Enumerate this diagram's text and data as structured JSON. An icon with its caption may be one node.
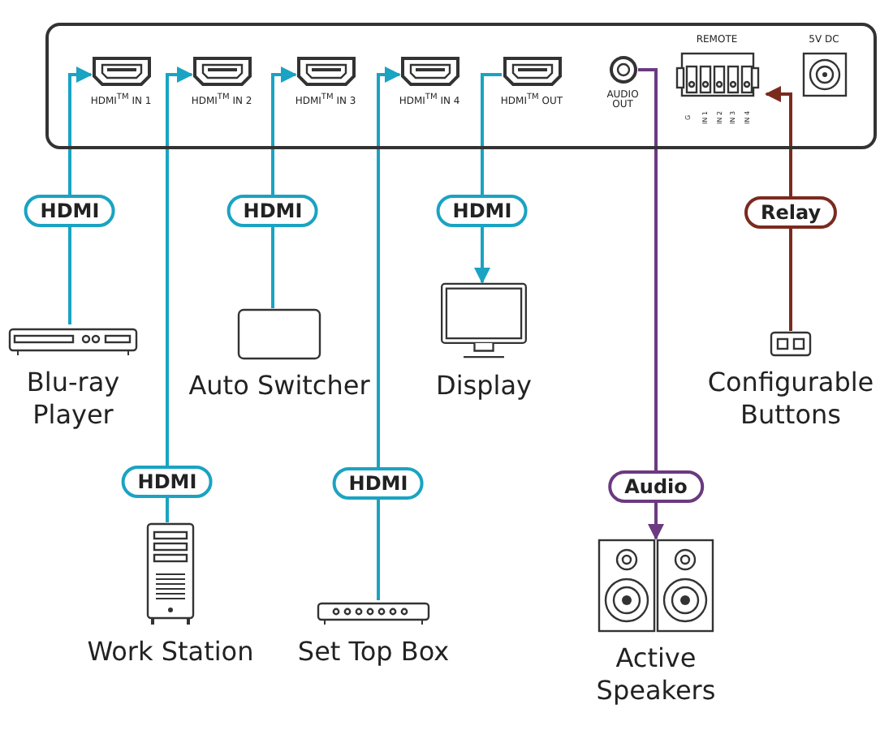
{
  "diagram": {
    "nodes": [
      {
        "text": [],
        "shape": "box"
      },
      {
        "text": [
          "HDMI$^{TM}$ IN 1"
        ],
        "in": 0
      },
      {
        "text": [
          "HDMI$^{TM}$ IN 2"
        ],
        "in": 0
      },
      {
        "text": [
          "HDMI$^{TM}$ IN 3"
        ],
        "in": 0
      },
      {
        "text": [
          "HDMI$^{TM}$ IN 4"
        ],
        "in": 0
      },
      {
        "text": [
          "HDMI$^{TM}$ OUT"
        ],
        "in": 0
      },
      {
        "text": [
          "AUDIO OUT"
        ],
        "in": 0
      },
      {
        "text": [
          "REMOTE",
          "G",
          "IN 1",
          "IN 2",
          "IN 3",
          "IN 4"
        ],
        "in": 0
      },
      {
        "text": [
          "5V DC"
        ],
        "in": 0
      },
      {
        "text": [
          "Blu-ray Player"
        ]
      },
      {
        "text": [
          "Auto Switcher"
        ]
      },
      {
        "text": [
          "Display"
        ]
      },
      {
        "text": [
          "Configurable Buttons"
        ]
      },
      {
        "text": [
          "Work Station"
        ]
      },
      {
        "text": [
          "Set Top Box"
        ]
      },
      {
        "text": [
          "Active Speakers"
        ]
      }
    ],
    "edges": [
      {
        "from": 9,
        "to": 1,
        "arrow": "to",
        "label": "HDMI"
      },
      {
        "from": 13,
        "to": 2,
        "arrow": "to",
        "label": "HDMI"
      },
      {
        "from": 10,
        "to": 3,
        "arrow": "to",
        "label": "HDMI"
      },
      {
        "from": 14,
        "to": 4,
        "arrow": "to",
        "label": "HDMI"
      },
      {
        "from": 5,
        "to": 11,
        "arrow": "to",
        "label": "HDMI"
      },
      {
        "from": 6,
        "to": 15,
        "arrow": "to",
        "label": "Audio",
        "color": "#6b3a80"
      },
      {
        "from": 12,
        "to": 7,
        "arrow": "to",
        "label": "Relay",
        "color": "#7a2b1e"
      }
    ]
  }
}
